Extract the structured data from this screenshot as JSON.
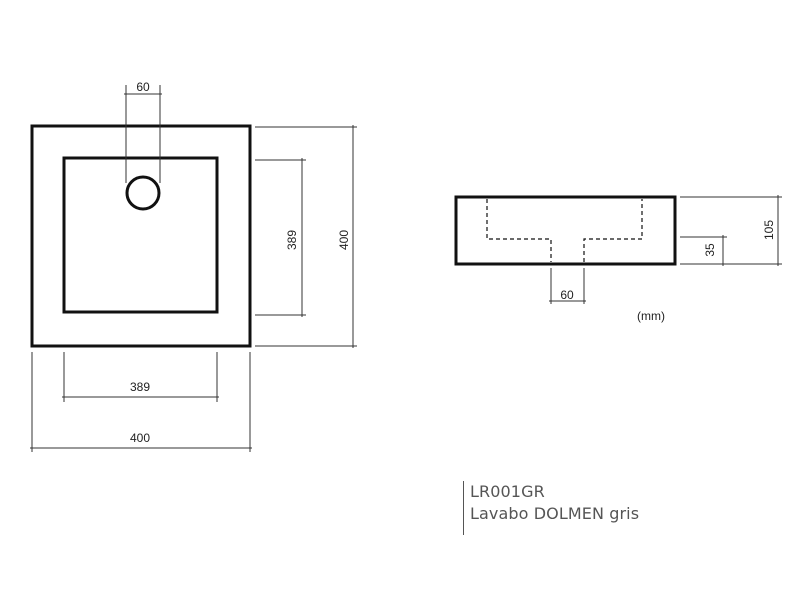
{
  "top_view": {
    "drain_width": "60",
    "inner_height": "389",
    "outer_height": "400",
    "inner_width": "389",
    "outer_width": "400"
  },
  "side_view": {
    "total_height": "105",
    "base_height": "35",
    "drain_width": "60",
    "unit": "(mm)"
  },
  "product": {
    "code": "LR001GR",
    "name": "Lavabo DOLMEN gris"
  }
}
